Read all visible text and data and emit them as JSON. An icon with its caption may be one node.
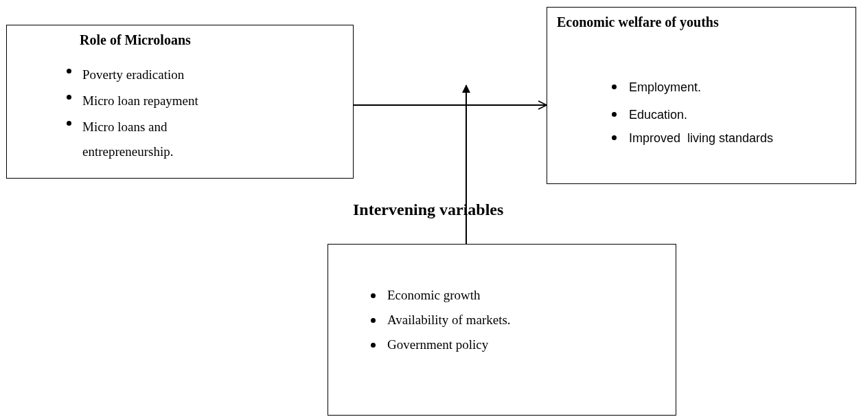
{
  "diagram": {
    "nodes": [
      {
        "text": [
          "Role of Microloans",
          "Poverty eradication",
          "Micro loan repayment",
          "Micro loans and entrepreneurship."
        ]
      },
      {
        "text": [
          "Economic welfare of youths",
          "Employment.",
          "Education.",
          "Improved  living standards"
        ]
      },
      {
        "text": [
          "Intervening variables",
          "Economic growth",
          "Availability of markets.",
          "Government policy"
        ]
      }
    ],
    "edges": [
      {
        "from": 0,
        "to": 1,
        "arrow": "to"
      },
      {
        "from": 2,
        "to": null,
        "arrow": "to"
      }
    ]
  }
}
